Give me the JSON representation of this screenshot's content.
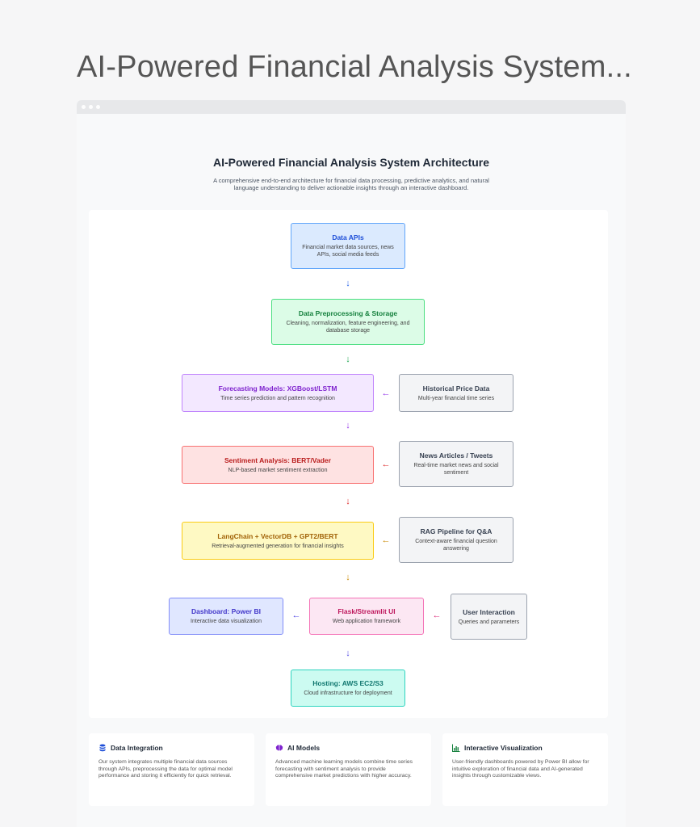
{
  "page_title": "AI-Powered Financial Analysis System...",
  "document": {
    "title": "AI-Powered Financial Analysis System Architecture",
    "subtitle": "A comprehensive end-to-end architecture for financial data processing, predictive analytics, and natural language understanding to deliver actionable insights through an interactive dashboard."
  },
  "nodes": {
    "data_apis": {
      "title": "Data APIs",
      "desc": "Financial market data sources, news APIs, social media feeds"
    },
    "preprocessing": {
      "title": "Data Preprocessing & Storage",
      "desc": "Cleaning, normalization, feature engineering, and database storage"
    },
    "forecasting": {
      "title": "Forecasting Models: XGBoost/LSTM",
      "desc": "Time series prediction and pattern recognition"
    },
    "historical": {
      "title": "Historical Price Data",
      "desc": "Multi-year financial time series"
    },
    "sentiment": {
      "title": "Sentiment Analysis: BERT/Vader",
      "desc": "NLP-based market sentiment extraction"
    },
    "news": {
      "title": "News Articles / Tweets",
      "desc": "Real-time market news and social sentiment"
    },
    "langchain": {
      "title": "LangChain + VectorDB + GPT2/BERT",
      "desc": "Retrieval-augmented generation for financial insights"
    },
    "rag": {
      "title": "RAG Pipeline for Q&A",
      "desc": "Context-aware financial question answering"
    },
    "dashboard": {
      "title": "Dashboard: Power BI",
      "desc": "Interactive data visualization"
    },
    "flask": {
      "title": "Flask/Streamlit UI",
      "desc": "Web application framework"
    },
    "user": {
      "title": "User Interaction",
      "desc": "Queries and parameters"
    },
    "hosting": {
      "title": "Hosting: AWS EC2/S3",
      "desc": "Cloud infrastructure for deployment"
    }
  },
  "arrows": {
    "down": "↓",
    "left": "←"
  },
  "cards": [
    {
      "icon": "database-icon",
      "title": "Data Integration",
      "text": "Our system integrates multiple financial data sources through APIs, preprocessing the data for optimal model performance and storing it efficiently for quick retrieval."
    },
    {
      "icon": "brain-icon",
      "title": "AI Models",
      "text": "Advanced machine learning models combine time series forecasting with sentiment analysis to provide comprehensive market predictions with higher accuracy."
    },
    {
      "icon": "chart-icon",
      "title": "Interactive Visualization",
      "text": "User-friendly dashboards powered by Power BI allow for intuitive exploration of financial data and AI-generated insights through customizable views."
    }
  ],
  "colors": {
    "database_icon": "#1d4ed8",
    "brain_icon": "#7e22ce",
    "chart_icon": "#15803d"
  }
}
